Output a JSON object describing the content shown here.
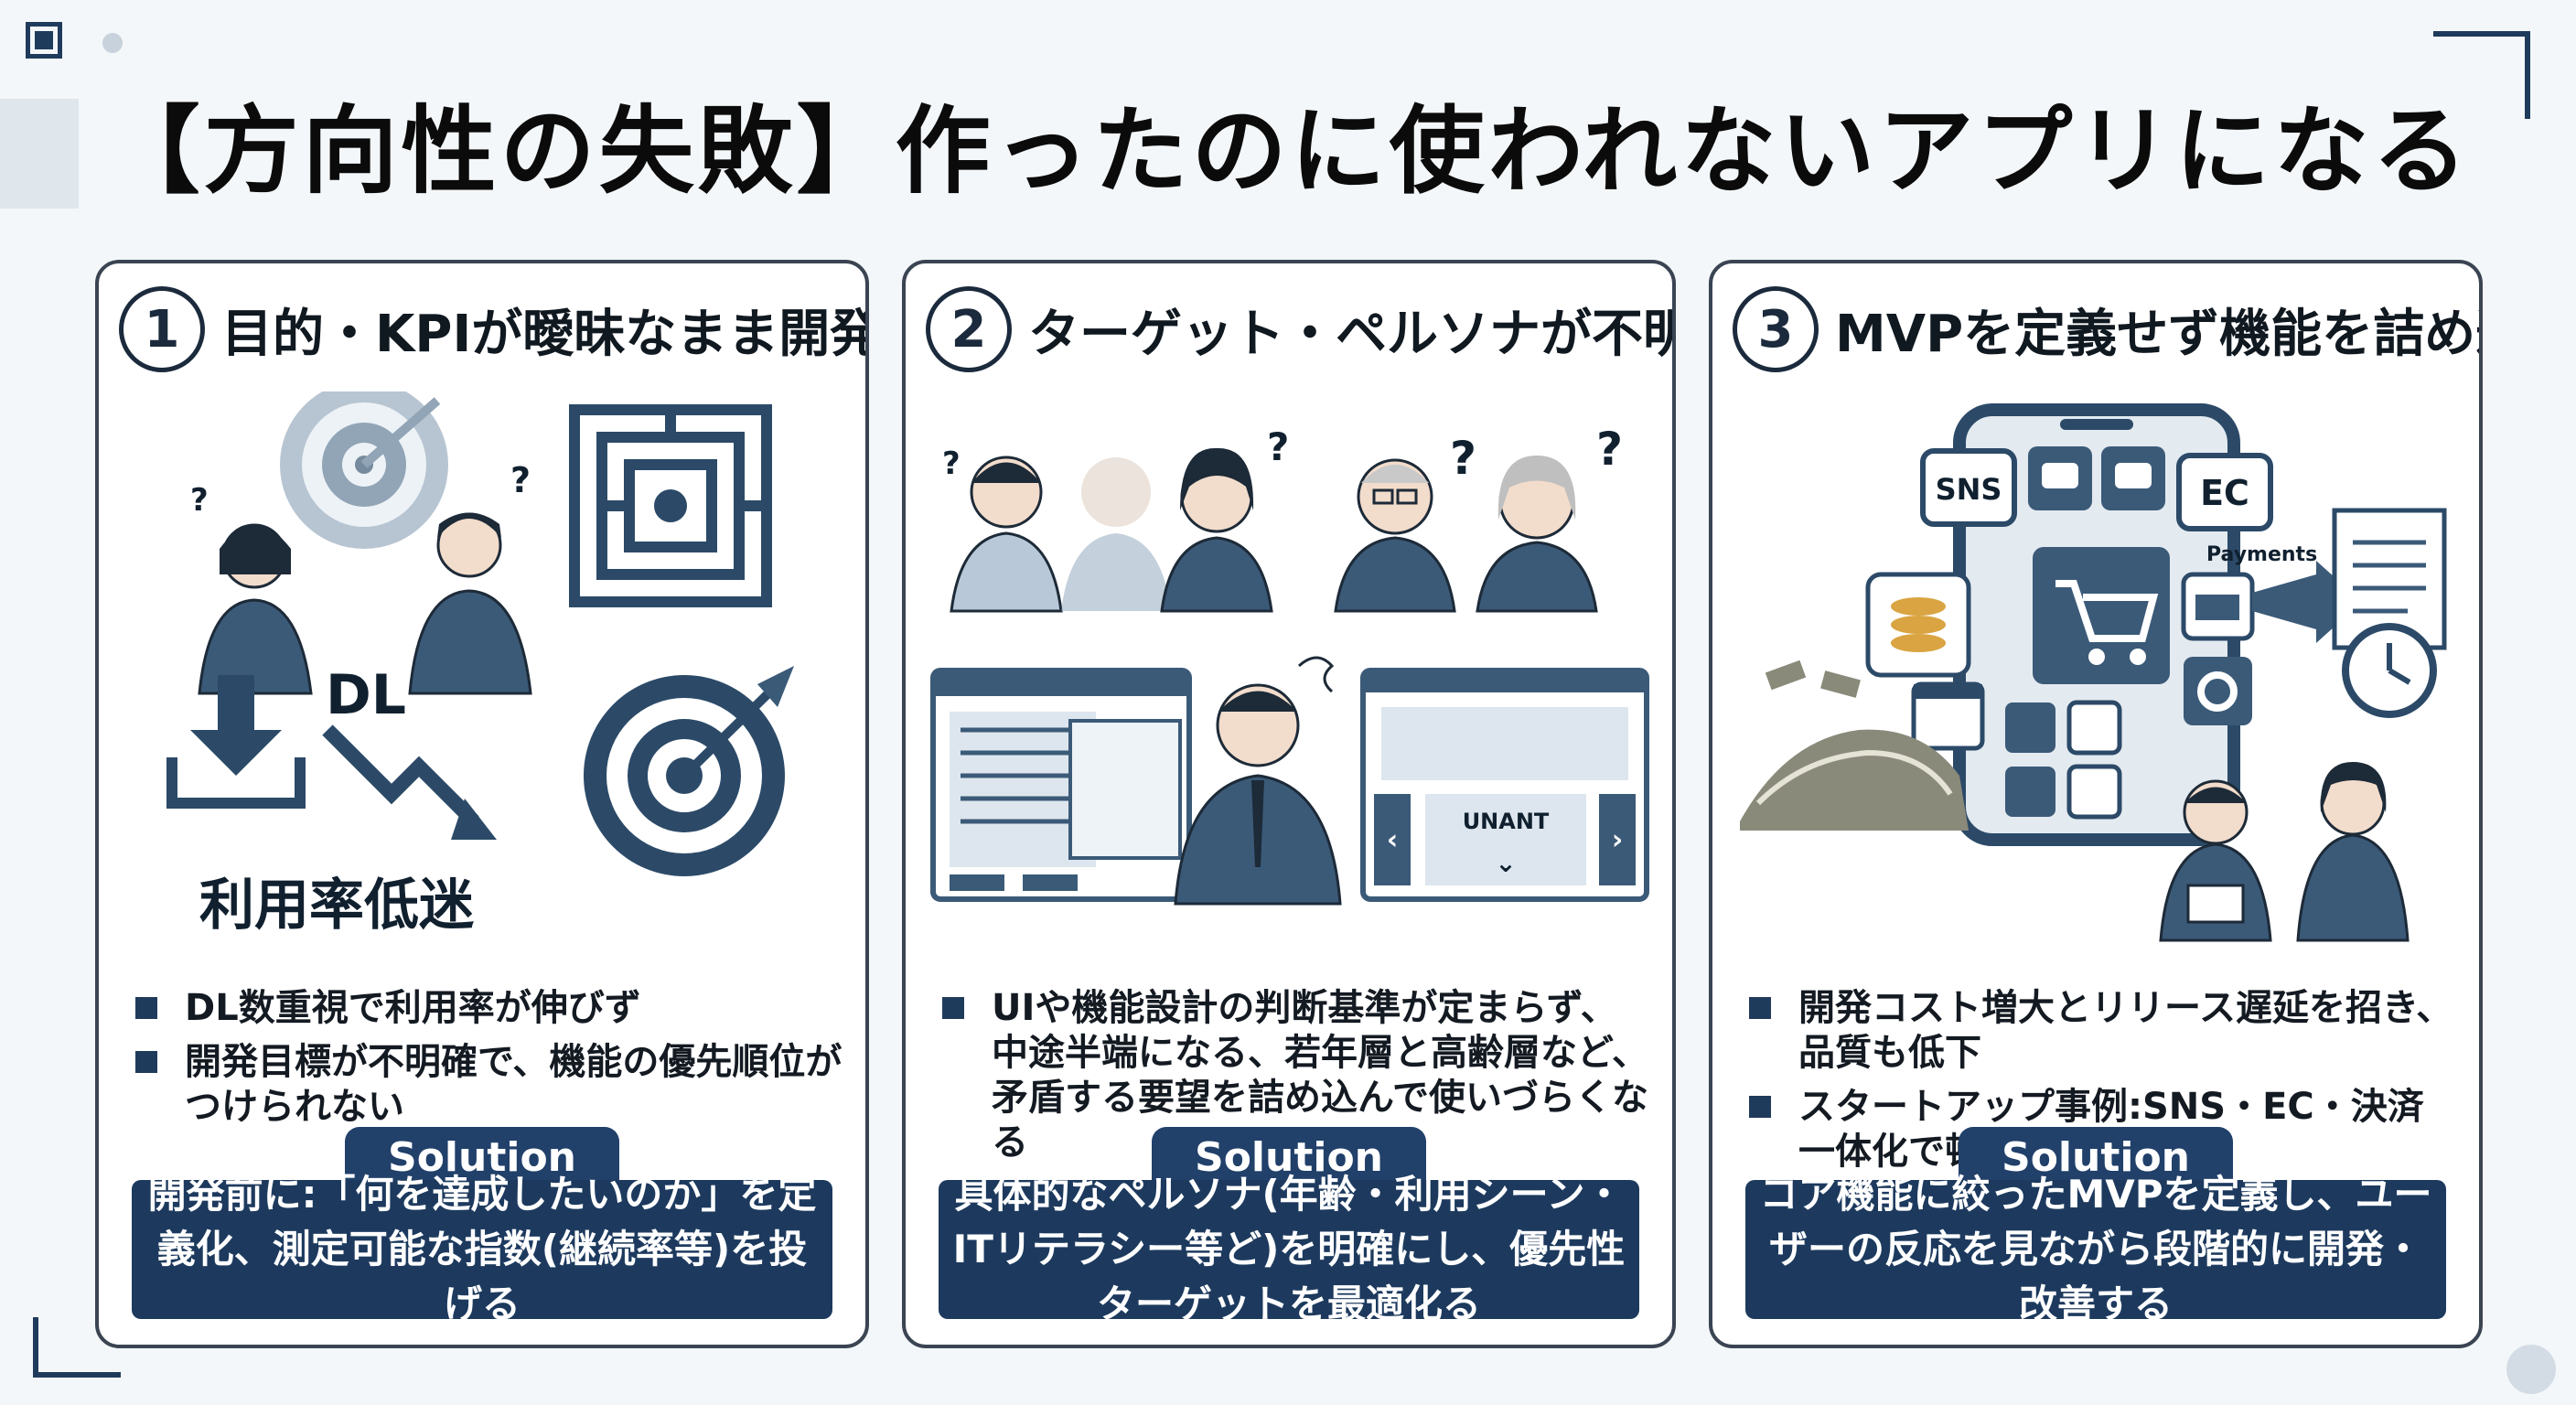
{
  "title": "【方向性の失敗】作ったのに使われないアプリになる",
  "colors": {
    "navy": "#1d3a5e",
    "slate": "#3b5a78",
    "light": "#c9d6e2"
  },
  "cards": [
    {
      "number": "1",
      "heading": "目的・KPIが曖昧なまま開発",
      "illustration": {
        "dl_label": "DL",
        "caption": "利用率低迷"
      },
      "bullets": [
        "DL数重視で利用率が伸びず",
        "開発目標が不明確で、機能の優先順位がつけられない"
      ],
      "solution_label": "Solution",
      "solution_text": "開発前に:「何を達成したいのか」を定義化、測定可能な指数(継続率等)を投げる"
    },
    {
      "number": "2",
      "heading": "ターゲット・ペルソナが不明確",
      "illustration": {
        "panel_label": "UNANT"
      },
      "bullets": [
        "UIや機能設計の判断基準が定まらず、中途半端になる、若年層と高齢層など、矛盾する要望を詰め込んで使いづらくなる"
      ],
      "solution_label": "Solution",
      "solution_text": "具体的なペルソナ(年齢・利用シーン・ITリテラシー等ど)を明確にし、優先性ターゲットを最適化る"
    },
    {
      "number": "3",
      "heading": "MVPを定義せず機能を詰め込み",
      "illustration": {
        "sns_label": "SNS",
        "ec_label": "EC",
        "payments_label": "Payments"
      },
      "bullets": [
        "開発コスト増大とリリース遅延を招き、品質も低下",
        "スタートアップ事例:SNS・EC・決済一体化で頓挫"
      ],
      "solution_label": "Solution",
      "solution_text": "コア機能に絞ったMVPを定義し、ユーザーの反応を見ながら段階的に開発・改善する"
    }
  ]
}
